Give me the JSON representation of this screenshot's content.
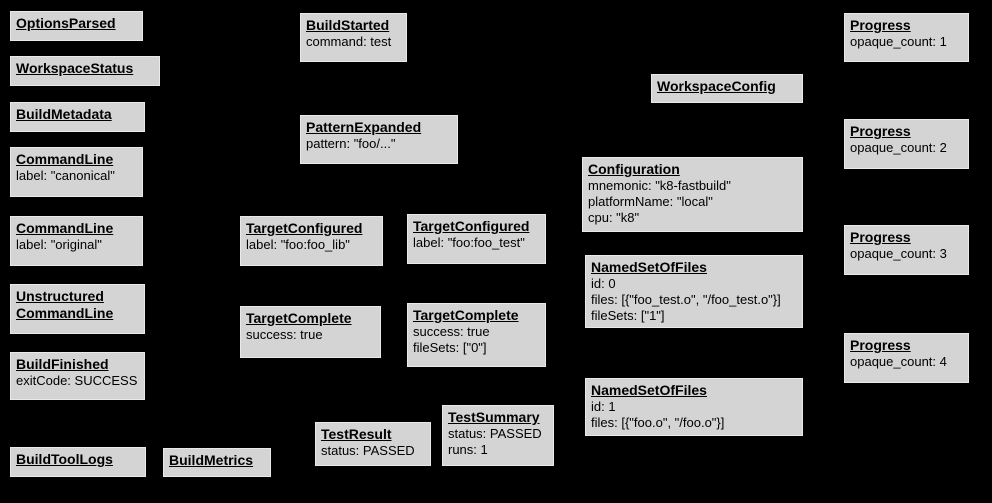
{
  "colors": {
    "background": "#000000",
    "node_fill": "#d4d4d4",
    "node_border": "#e9e9e9",
    "text": "#000000"
  },
  "nodes": {
    "options_parsed": {
      "title": "OptionsParsed"
    },
    "workspace_status": {
      "title": "WorkspaceStatus"
    },
    "build_metadata": {
      "title": "BuildMetadata"
    },
    "command_line_canonical": {
      "title": "CommandLine",
      "lines": [
        "label: \"canonical\""
      ]
    },
    "command_line_original": {
      "title": "CommandLine",
      "lines": [
        "label: \"original\""
      ]
    },
    "unstructured_command_line": {
      "title": "Unstructured\nCommandLine"
    },
    "build_finished": {
      "title": "BuildFinished",
      "lines": [
        "exitCode: SUCCESS"
      ]
    },
    "build_tool_logs": {
      "title": "BuildToolLogs"
    },
    "build_metrics": {
      "title": "BuildMetrics"
    },
    "build_started": {
      "title": "BuildStarted",
      "lines": [
        "command: test"
      ]
    },
    "pattern_expanded": {
      "title": "PatternExpanded",
      "lines": [
        "pattern: \"foo/...\""
      ]
    },
    "target_configured_lib": {
      "title": "TargetConfigured",
      "lines": [
        "label: \"foo:foo_lib\""
      ]
    },
    "target_complete_lib": {
      "title": "TargetComplete",
      "lines": [
        "success: true"
      ]
    },
    "target_configured_test": {
      "title": "TargetConfigured",
      "lines": [
        "label: \"foo:foo_test\""
      ]
    },
    "target_complete_test": {
      "title": "TargetComplete",
      "lines": [
        "success: true",
        "fileSets: [\"0\"]"
      ]
    },
    "test_result": {
      "title": "TestResult",
      "lines": [
        "status: PASSED"
      ]
    },
    "test_summary": {
      "title": "TestSummary",
      "lines": [
        "status: PASSED",
        "runs: 1"
      ]
    },
    "workspace_config": {
      "title": "WorkspaceConfig"
    },
    "configuration": {
      "title": "Configuration",
      "lines": [
        "mnemonic: \"k8-fastbuild\"",
        "platformName: \"local\"",
        "cpu: \"k8\""
      ]
    },
    "named_set_of_files_0": {
      "title": "NamedSetOfFiles",
      "lines": [
        "id: 0",
        "files: [{\"foo_test.o\", \"/foo_test.o\"}]",
        "fileSets: [\"1\"]"
      ]
    },
    "named_set_of_files_1": {
      "title": "NamedSetOfFiles",
      "lines": [
        "id: 1",
        "files: [{\"foo.o\", \"/foo.o\"}]"
      ]
    },
    "progress_1": {
      "title": "Progress",
      "lines": [
        "opaque_count: 1"
      ]
    },
    "progress_2": {
      "title": "Progress",
      "lines": [
        "opaque_count: 2"
      ]
    },
    "progress_3": {
      "title": "Progress",
      "lines": [
        "opaque_count: 3"
      ]
    },
    "progress_4": {
      "title": "Progress",
      "lines": [
        "opaque_count: 4"
      ]
    }
  }
}
